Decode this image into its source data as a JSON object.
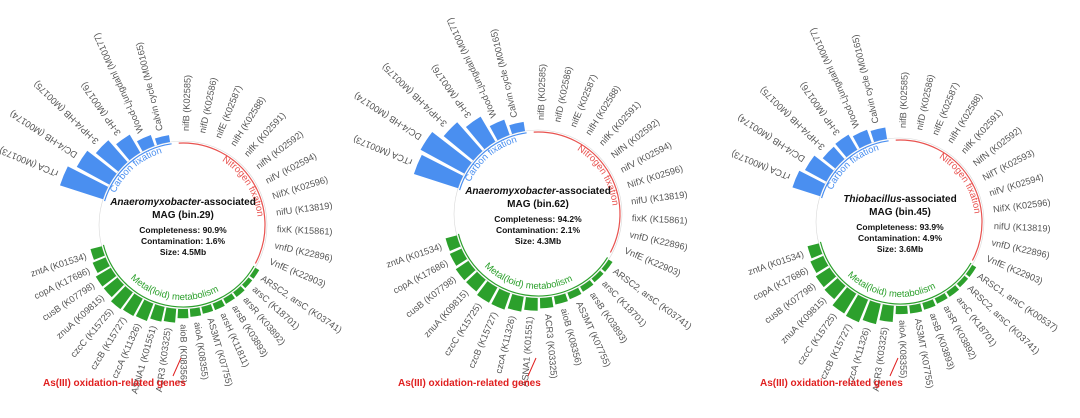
{
  "colors": {
    "carbon": "#4a8ff0",
    "carbon_label": "#4a8ff0",
    "nitrogen": "#e8524f",
    "metal": "#2ca02c",
    "gene_label": "#555555",
    "note": "#e02020"
  },
  "annotation": {
    "text": "As(III) oxidation-related genes"
  },
  "chart_data": [
    {
      "type": "radial-bar",
      "title_organism": "Anaeromyxobacter",
      "title_suffix": "-associated",
      "title_line2": "MAG (bin.29)",
      "completeness": "Completeness: 90.9%",
      "contamination": "Contamination: 1.6%",
      "size": "Size: 4.5Mb",
      "groups": [
        {
          "key": "carbon",
          "label": "Carbon fixation",
          "genes": [
            {
              "label": "rTCA (M00173)",
              "value": 0.78
            },
            {
              "label": "DC/4-HB (M00174)",
              "value": 0.64
            },
            {
              "label": "3-HP/4-HB (M00175)",
              "value": 0.5
            },
            {
              "label": "3-HP (M00176)",
              "value": 0.36
            },
            {
              "label": "Wood-Ljungdahl (M00177)",
              "value": 0.2
            },
            {
              "label": "Calvin cycle (M00165)",
              "value": 0.12
            }
          ]
        },
        {
          "key": "nitrogen",
          "label": "Nitrogen fixation",
          "genes": [
            {
              "label": "nifB (K02585)",
              "value": 0.0
            },
            {
              "label": "nifD (K02586)",
              "value": 0.0
            },
            {
              "label": "nifE (K02587)",
              "value": 0.0
            },
            {
              "label": "nifH (K02588)",
              "value": 0.0
            },
            {
              "label": "nifK (K02591)",
              "value": 0.0
            },
            {
              "label": "nifN (K02592)",
              "value": 0.0
            },
            {
              "label": "nifV (K02594)",
              "value": 0.0
            },
            {
              "label": "NifX (K02596)",
              "value": 0.0
            },
            {
              "label": "nifU (K13819)",
              "value": 0.0
            },
            {
              "label": "fixK (K15861)",
              "value": 0.0
            },
            {
              "label": "vnfD (K22896)",
              "value": 0.0
            },
            {
              "label": "VnfE (K22903)",
              "value": 0.0
            }
          ]
        },
        {
          "key": "metal",
          "label": "Metal(loid) metabolism",
          "genes": [
            {
              "label": "ARSC2, arsC (K03741)",
              "value": 0.08
            },
            {
              "label": "arsC (K18701)",
              "value": 0.08
            },
            {
              "label": "arsR (K03892)",
              "value": 0.1
            },
            {
              "label": "arsB (K03893)",
              "value": 0.1
            },
            {
              "label": "arsH (K11811)",
              "value": 0.12
            },
            {
              "label": "AS3MT (K07755)",
              "value": 0.12
            },
            {
              "label": "aioA (K08355)",
              "value": 0.14
            },
            {
              "label": "aioB (K08356)",
              "value": 0.16
            },
            {
              "label": "ACR3 (K03325)",
              "value": 0.24
            },
            {
              "label": "ASNA1 (K01551)",
              "value": 0.26
            },
            {
              "label": "czcA (K11326)",
              "value": 0.32
            },
            {
              "label": "czcB (K15727)",
              "value": 0.34
            },
            {
              "label": "czcC (K15725)",
              "value": 0.36
            },
            {
              "label": "znuA (K09815)",
              "value": 0.3
            },
            {
              "label": "cusB (K07798)",
              "value": 0.3
            },
            {
              "label": "copA (K17686)",
              "value": 0.24
            },
            {
              "label": "zntA (K01534)",
              "value": 0.2
            }
          ]
        }
      ]
    },
    {
      "type": "radial-bar",
      "title_organism": "Anaeromyxobacter",
      "title_suffix": "-associated",
      "title_line2": "MAG (bin.62)",
      "completeness": "Completeness: 94.2%",
      "contamination": "Contamination: 2.1%",
      "size": "Size: 4.3Mb",
      "groups": [
        {
          "key": "carbon",
          "label": "Carbon fixation",
          "genes": [
            {
              "label": "rTCA (M00173)",
              "value": 0.8
            },
            {
              "label": "DC/4-HB (M00174)",
              "value": 0.86
            },
            {
              "label": "3-HP/4-HB (M00175)",
              "value": 0.66
            },
            {
              "label": "3-HP (M00176)",
              "value": 0.5
            },
            {
              "label": "Wood-Ljungdahl (M00177)",
              "value": 0.28
            },
            {
              "label": "Calvin cycle (M00165)",
              "value": 0.16
            }
          ]
        },
        {
          "key": "nitrogen",
          "label": "Nitrogen fixation",
          "genes": [
            {
              "label": "nifB (K02585)",
              "value": 0.0
            },
            {
              "label": "nifD (K02586)",
              "value": 0.0
            },
            {
              "label": "nifE (K02587)",
              "value": 0.0
            },
            {
              "label": "nifH (K02588)",
              "value": 0.0
            },
            {
              "label": "nifK (K02591)",
              "value": 0.0
            },
            {
              "label": "NifN (K02592)",
              "value": 0.0
            },
            {
              "label": "nifV (K02594)",
              "value": 0.0
            },
            {
              "label": "NifX (K02596)",
              "value": 0.0
            },
            {
              "label": "nifU (K13819)",
              "value": 0.0
            },
            {
              "label": "fixK (K15861)",
              "value": 0.0
            },
            {
              "label": "vnfD (K22896)",
              "value": 0.0
            },
            {
              "label": "VnfE (K22903)",
              "value": 0.0
            }
          ]
        },
        {
          "key": "metal",
          "label": "Metal(loid) metabolism",
          "genes": [
            {
              "label": "ARSC2, arsC (K03741)",
              "value": 0.08
            },
            {
              "label": "arsC (K18701)",
              "value": 0.08
            },
            {
              "label": "arsB (K03893)",
              "value": 0.1
            },
            {
              "label": "AS3MT (K07755)",
              "value": 0.12
            },
            {
              "label": "aioB (K08356)",
              "value": 0.14
            },
            {
              "label": "ACR3 (K03325)",
              "value": 0.18
            },
            {
              "label": "ASNA1 (K01551)",
              "value": 0.22
            },
            {
              "label": "czcA (K11326)",
              "value": 0.26
            },
            {
              "label": "czcB (K15727)",
              "value": 0.3
            },
            {
              "label": "czcC (K15725)",
              "value": 0.3
            },
            {
              "label": "znuA (K09815)",
              "value": 0.26
            },
            {
              "label": "cusB (K07798)",
              "value": 0.26
            },
            {
              "label": "copA (K17686)",
              "value": 0.22
            },
            {
              "label": "zntA (K01534)",
              "value": 0.2
            }
          ]
        }
      ]
    },
    {
      "type": "radial-bar",
      "title_organism": "Thiobacillus",
      "title_suffix": "-associated",
      "title_line2": "MAG (bin.45)",
      "completeness": "Completeness: 93.9%",
      "contamination": "Contamination: 4.9%",
      "size": "Size: 3.6Mb",
      "groups": [
        {
          "key": "carbon",
          "label": "Carbon fixation",
          "genes": [
            {
              "label": "rTCA (M00173)",
              "value": 0.5
            },
            {
              "label": "DC/4-HB (M00174)",
              "value": 0.42
            },
            {
              "label": "3-HP/4-HB (M00175)",
              "value": 0.28
            },
            {
              "label": "3-HP (M00176)",
              "value": 0.3
            },
            {
              "label": "Wood-Ljungdahl (M00177)",
              "value": 0.24
            },
            {
              "label": "Calvin cycle (M00165)",
              "value": 0.2
            }
          ]
        },
        {
          "key": "nitrogen",
          "label": "Nitrogen fixation",
          "genes": [
            {
              "label": "nifB (K02585)",
              "value": 0.0
            },
            {
              "label": "nifD (K02586)",
              "value": 0.0
            },
            {
              "label": "nifE (K02587)",
              "value": 0.0
            },
            {
              "label": "nifH (K02588)",
              "value": 0.0
            },
            {
              "label": "nifK (K02591)",
              "value": 0.0
            },
            {
              "label": "NifN (K02592)",
              "value": 0.0
            },
            {
              "label": "NifT (K02593)",
              "value": 0.0
            },
            {
              "label": "nifV (K02594)",
              "value": 0.0
            },
            {
              "label": "NifX (K02596)",
              "value": 0.0
            },
            {
              "label": "nifU (K13819)",
              "value": 0.0
            },
            {
              "label": "vnfD (K22896)",
              "value": 0.0
            },
            {
              "label": "VnfE (K22903)",
              "value": 0.0
            }
          ]
        },
        {
          "key": "metal",
          "label": "Metal(loid) metabolism",
          "genes": [
            {
              "label": "ARSC1, arsC (K00537)",
              "value": 0.08
            },
            {
              "label": "ARSC2, arsC (K03741)",
              "value": 0.08
            },
            {
              "label": "arsC (K18701)",
              "value": 0.1
            },
            {
              "label": "arsR (K03892)",
              "value": 0.1
            },
            {
              "label": "arsB (K03893)",
              "value": 0.12
            },
            {
              "label": "AS3MT (K07755)",
              "value": 0.14
            },
            {
              "label": "aioA (K08355)",
              "value": 0.14
            },
            {
              "label": "ACR3 (K03325)",
              "value": 0.28
            },
            {
              "label": "czcA (K11326)",
              "value": 0.36
            },
            {
              "label": "czcB (K15727)",
              "value": 0.42
            },
            {
              "label": "czcC (K15725)",
              "value": 0.4
            },
            {
              "label": "znuA (K09815)",
              "value": 0.3
            },
            {
              "label": "cusB (K07798)",
              "value": 0.28
            },
            {
              "label": "copA (K17686)",
              "value": 0.24
            },
            {
              "label": "zntA (K01534)",
              "value": 0.2
            }
          ]
        }
      ]
    }
  ]
}
